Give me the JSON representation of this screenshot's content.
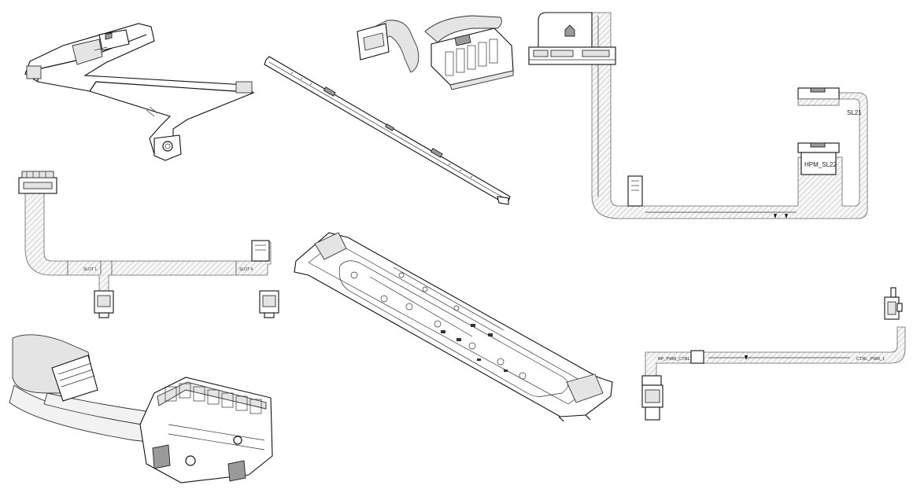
{
  "cable_labels": {
    "hpm_sl22": "HPM_SL22",
    "sl21": "SL21",
    "slot1": "SLOT 1",
    "slot4": "SLOT 4",
    "bp_pwr_ctrl": "BP_PWR_CTRL",
    "ctrl_pwr_1": "CTRL_PWR_1"
  }
}
